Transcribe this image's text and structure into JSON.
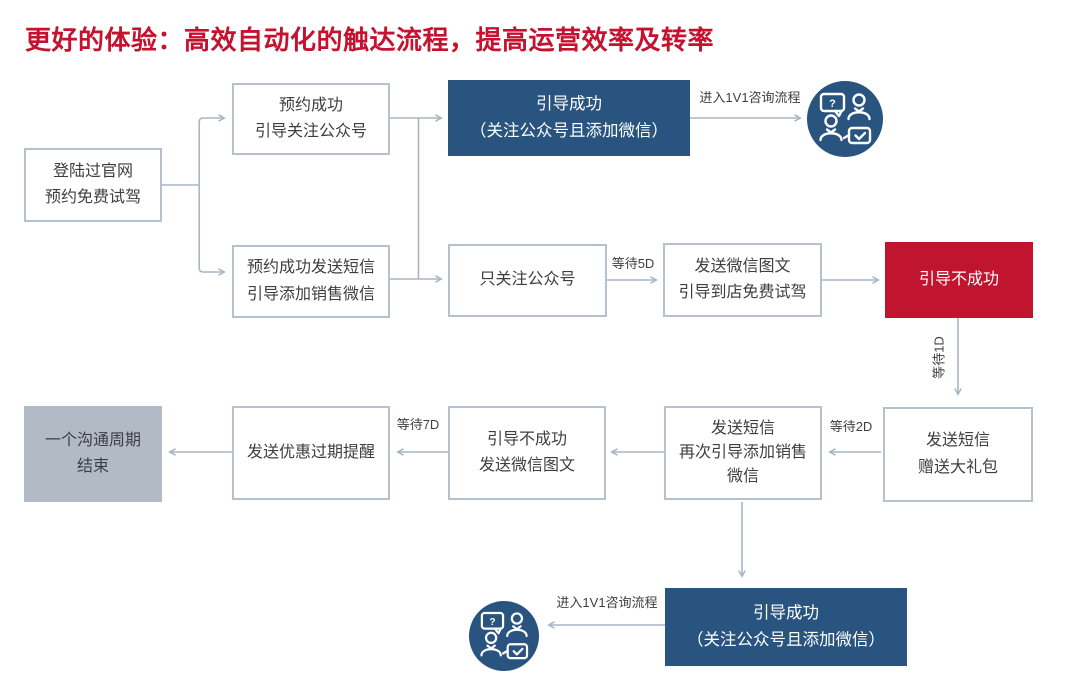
{
  "title": "更好的体验：高效自动化的触达流程，提高运营效率及转率",
  "colors": {
    "title_red": "#C4122F",
    "node_navy": "#28547F",
    "node_red": "#C1152F",
    "node_gray": "#B2BBC5",
    "box_border": "#B5C1CE",
    "connector": "#A9B5C3",
    "text_dark": "#3E3E3E"
  },
  "nodes": {
    "entry": {
      "line1": "登陆过官网",
      "line2": "预约免费试驾"
    },
    "booking_success_follow": {
      "line1": "预约成功",
      "line2": "引导关注公众号"
    },
    "guide_success_top": {
      "line1": "引导成功",
      "line2": "（关注公众号且添加微信）"
    },
    "booking_sms": {
      "line1": "预约成功发送短信",
      "line2": "引导添加销售微信"
    },
    "only_follow": {
      "line1": "只关注公众号"
    },
    "wechat_article": {
      "line1": "发送微信图文",
      "line2": "引导到店免费试驾"
    },
    "guide_fail": {
      "line1": "引导不成功"
    },
    "sms_gift": {
      "line1": "发送短信",
      "line2": "赠送大礼包"
    },
    "sms_again": {
      "line1": "发送短信",
      "line2": "再次引导添加销售",
      "line3": "微信"
    },
    "fail_article": {
      "line1": "引导不成功",
      "line2": "发送微信图文"
    },
    "expiry_reminder": {
      "line1": "发送优惠过期提醒"
    },
    "cycle_end": {
      "line1": "一个沟通周期",
      "line2": "结束"
    },
    "guide_success_bottom": {
      "line1": "引导成功",
      "line2": "（关注公众号且添加微信）"
    }
  },
  "edge_labels": {
    "to_1v1_top": "进入1V1咨询流程",
    "wait_5d": "等待5D",
    "wait_1d": "等待1D",
    "wait_2d": "等待2D",
    "wait_7d": "等待7D",
    "to_1v1_bottom": "进入1V1咨询流程"
  },
  "icons": {
    "consult_top": "consultation-1v1-icon",
    "consult_bottom": "consultation-1v1-icon"
  }
}
